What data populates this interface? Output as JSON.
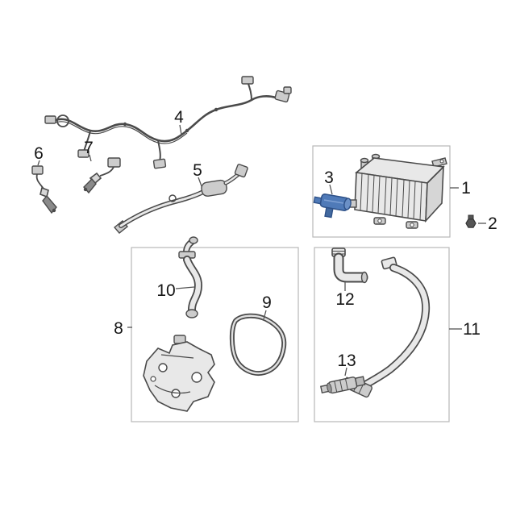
{
  "diagram": {
    "type": "parts-diagram",
    "description": "Exploded emission-system parts diagram with numbered callouts",
    "background_color": "#ffffff",
    "line_color": "#4a4a4a",
    "box_border_color": "#b8b8b8",
    "highlight_color": "#4f7ab8",
    "callouts": [
      {
        "label": "1",
        "part": "vapor-canister"
      },
      {
        "label": "2",
        "part": "grommet-nut"
      },
      {
        "label": "3",
        "part": "purge-valve-highlighted"
      },
      {
        "label": "4",
        "part": "wiring-harness"
      },
      {
        "label": "5",
        "part": "tube-assembly"
      },
      {
        "label": "6",
        "part": "oxygen-sensor-left"
      },
      {
        "label": "7",
        "part": "oxygen-sensor-right"
      },
      {
        "label": "8",
        "part": "cover-bracket-group"
      },
      {
        "label": "9",
        "part": "gasket"
      },
      {
        "label": "10",
        "part": "hose"
      },
      {
        "label": "11",
        "part": "long-hose-group"
      },
      {
        "label": "12",
        "part": "elbow-connector"
      },
      {
        "label": "13",
        "part": "quick-connect-fitting"
      }
    ]
  }
}
